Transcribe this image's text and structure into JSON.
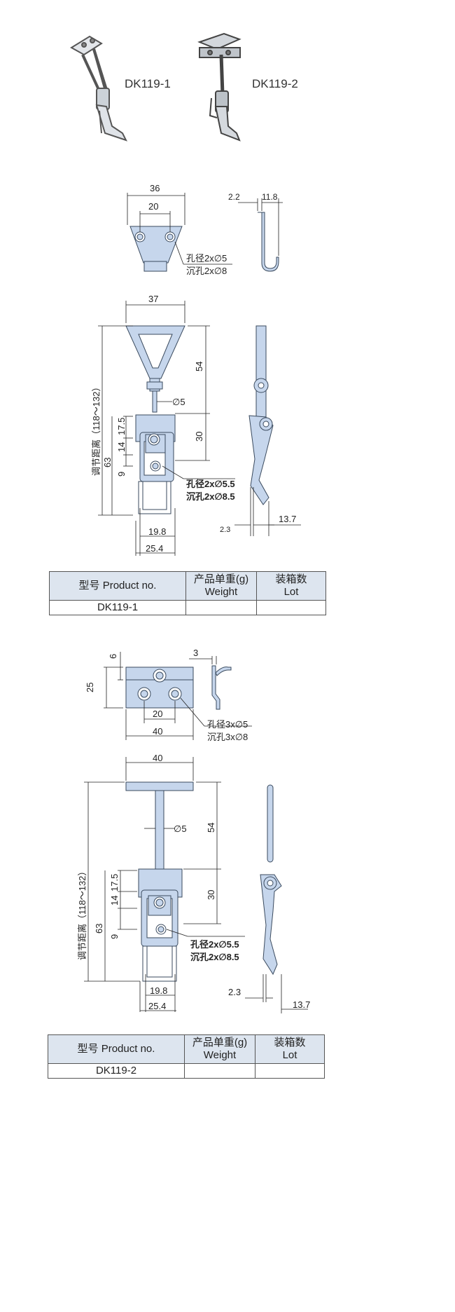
{
  "products": {
    "p1_label": "DK119-1",
    "p2_label": "DK119-2"
  },
  "drawing1": {
    "base": {
      "w": "36",
      "hole_spacing": "20",
      "thick": "2.2",
      "depth": "11.8",
      "hole_note": "孔径2x∅5",
      "csk_note": "沉孔2x∅8"
    },
    "latch": {
      "w": "37",
      "dia": "∅5",
      "len_54": "54",
      "len_30": "30",
      "d_17_5": "17.5",
      "d_14": "14",
      "d_63": "63",
      "d_9": "9",
      "adjust": "调节距离（118～132）",
      "hole_note": "孔径2x∅5.5",
      "csk_note": "沉孔2x∅8.5",
      "w_19_8": "19.8",
      "w_25_4": "25.4",
      "t_2_3": "2.3",
      "t_13_7": "13.7"
    }
  },
  "table1": {
    "col1": "型号 Product no.",
    "col2_cn": "产品单重(g)",
    "col2_en": "Weight",
    "col3_cn": "装箱数",
    "col3_en": "Lot",
    "product": "DK119-1",
    "weight": "",
    "lot": ""
  },
  "drawing2": {
    "base": {
      "h_6": "6",
      "h_25": "25",
      "thick": "3",
      "hole_spacing": "20",
      "w": "40",
      "hole_note": "孔径3x∅5",
      "csk_note": "沉孔3x∅8"
    },
    "latch": {
      "w": "40",
      "dia": "∅5",
      "len_54": "54",
      "len_30": "30",
      "d_17_5": "17.5",
      "d_14": "14",
      "d_63": "63",
      "d_9": "9",
      "adjust": "调节距离（118～132）",
      "hole_note": "孔径2x∅5.5",
      "csk_note": "沉孔2x∅8.5",
      "w_19_8": "19.8",
      "w_25_4": "25.4",
      "t_2_3": "2.3",
      "t_13_7": "13.7"
    }
  },
  "table2": {
    "col1": "型号 Product no.",
    "col2_cn": "产品单重(g)",
    "col2_en": "Weight",
    "col3_cn": "装箱数",
    "col3_en": "Lot",
    "product": "DK119-2",
    "weight": "",
    "lot": ""
  },
  "colors": {
    "part_fill": "#c6d6ec",
    "part_stroke": "#3a4a5e",
    "table_header": "#dde5ef"
  }
}
